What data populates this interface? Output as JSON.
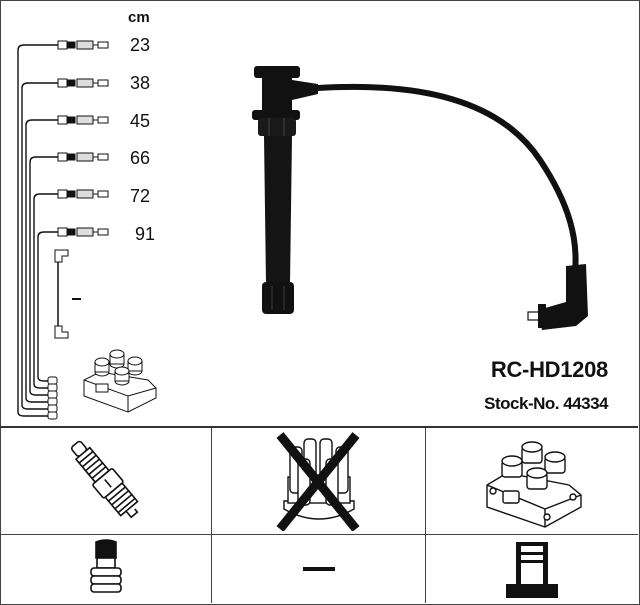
{
  "header": {
    "unit": "cm"
  },
  "cable_lengths": [
    {
      "value": "23"
    },
    {
      "value": "38"
    },
    {
      "value": "45"
    },
    {
      "value": "66"
    },
    {
      "value": "72"
    },
    {
      "value": "91"
    }
  ],
  "coil_lead": {
    "length": "–"
  },
  "product": {
    "part_number": "RC-HD1208",
    "stock_number": "Stock-No. 44334"
  },
  "application_grid": {
    "rows": [
      [
        {
          "icon": "spark-plug-icon",
          "label": ""
        },
        {
          "icon": "distributor-cap-icon",
          "label": "",
          "excluded": true
        },
        {
          "icon": "ignition-coil-icon",
          "label": ""
        }
      ],
      [
        {
          "icon": "spark-plug-connector-icon",
          "label": ""
        },
        {
          "icon": "none-dash",
          "label": "—"
        },
        {
          "icon": "coil-connector-icon",
          "label": ""
        }
      ]
    ]
  },
  "colors": {
    "line": "#111111",
    "border": "#444444",
    "background": "#ffffff"
  }
}
